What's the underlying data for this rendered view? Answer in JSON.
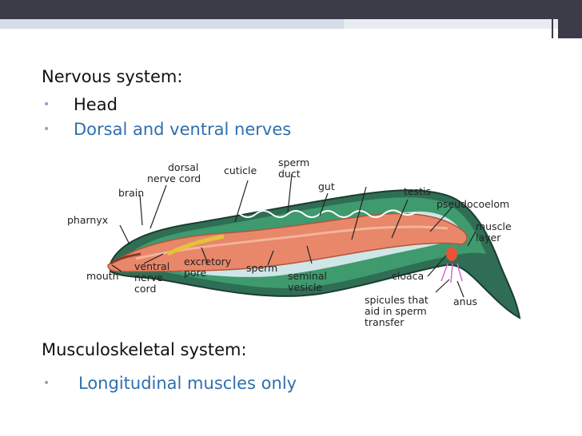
{
  "slide": {
    "nervous_heading": "Nervous system:",
    "nervous_bullets": [
      "Head",
      "Dorsal and ventral nerves"
    ],
    "musculo_heading": "Musculoskeletal system:",
    "musculo_bullets": [
      "Longitudinal muscles only"
    ],
    "bullet_glyph": "•"
  },
  "diagram": {
    "labels": {
      "dorsal_nerve_cord": [
        "dorsal",
        "nerve cord"
      ],
      "cuticle": "cuticle",
      "sperm_duct": [
        "sperm",
        "duct"
      ],
      "gut": "gut",
      "testis": "testis",
      "pseudocoelom": "pseudocoelom",
      "brain": "brain",
      "pharnyx": "pharnyx",
      "muscle_layer": [
        "muscle",
        "layer"
      ],
      "mouth": "mouth",
      "ventral_nerve_cord": [
        "ventral",
        "nerve",
        "cord"
      ],
      "excretory_pore": [
        "excretory",
        "pore"
      ],
      "sperm": "sperm",
      "seminal_vesicle": [
        "seminal",
        "vesicle"
      ],
      "cloaca": "cloaca",
      "spicules": [
        "spicules that",
        "aid in sperm",
        "transfer"
      ],
      "anus": "anus"
    },
    "colors": {
      "body_outer": "#2f6e55",
      "body_inner": "#3f9a6e",
      "gut": "#e8876a",
      "gut_light": "#f3b49a",
      "pseudocoelom": "#cfe6e8",
      "excretory": "#e6c23a",
      "outline": "#1b3d2e"
    }
  }
}
